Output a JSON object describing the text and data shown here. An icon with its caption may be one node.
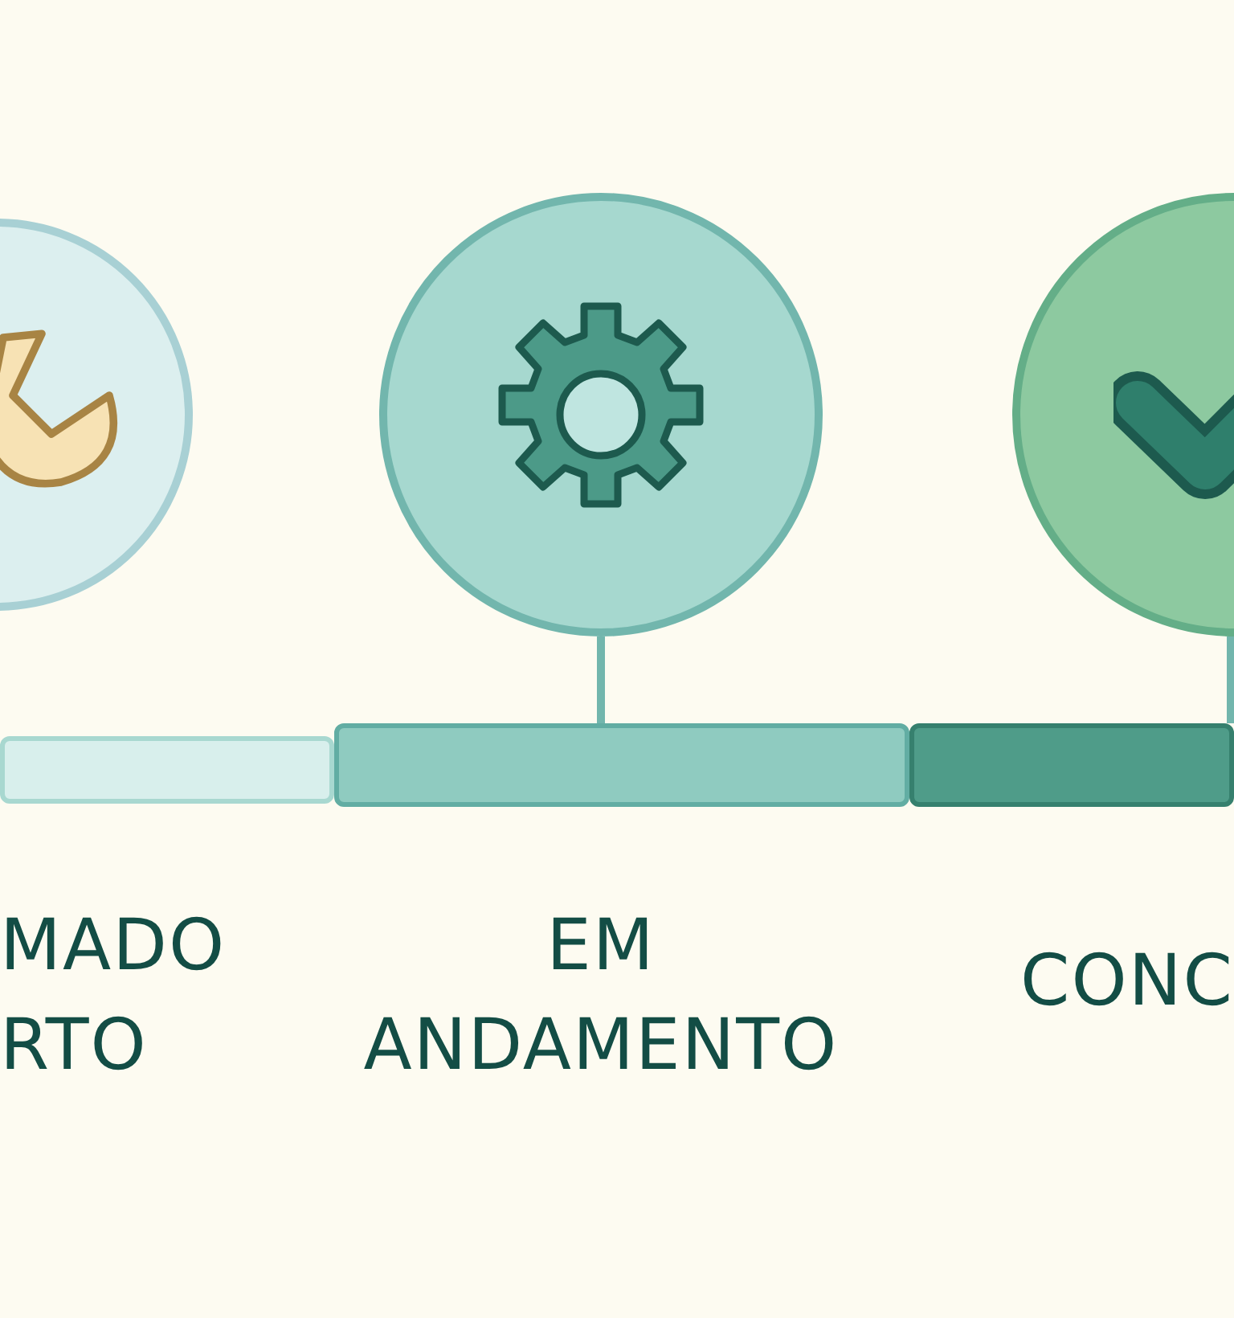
{
  "diagram": {
    "nodes": [
      {
        "text": [],
        "shape": "circle"
      },
      {
        "text": [],
        "shape": "circle"
      },
      {
        "text": [],
        "shape": "circle"
      },
      {
        "text": [],
        "shape": "bar"
      },
      {
        "text": [],
        "shape": "bar"
      },
      {
        "text": [],
        "shape": "bar"
      }
    ],
    "edges": [
      {
        "from": 1,
        "to": 4,
        "arrow": "none"
      },
      {
        "from": 2,
        "to": 5,
        "arrow": "none"
      }
    ],
    "labels": [
      "MADO RTO",
      "EM ANDAMENTO",
      "CONC"
    ]
  }
}
